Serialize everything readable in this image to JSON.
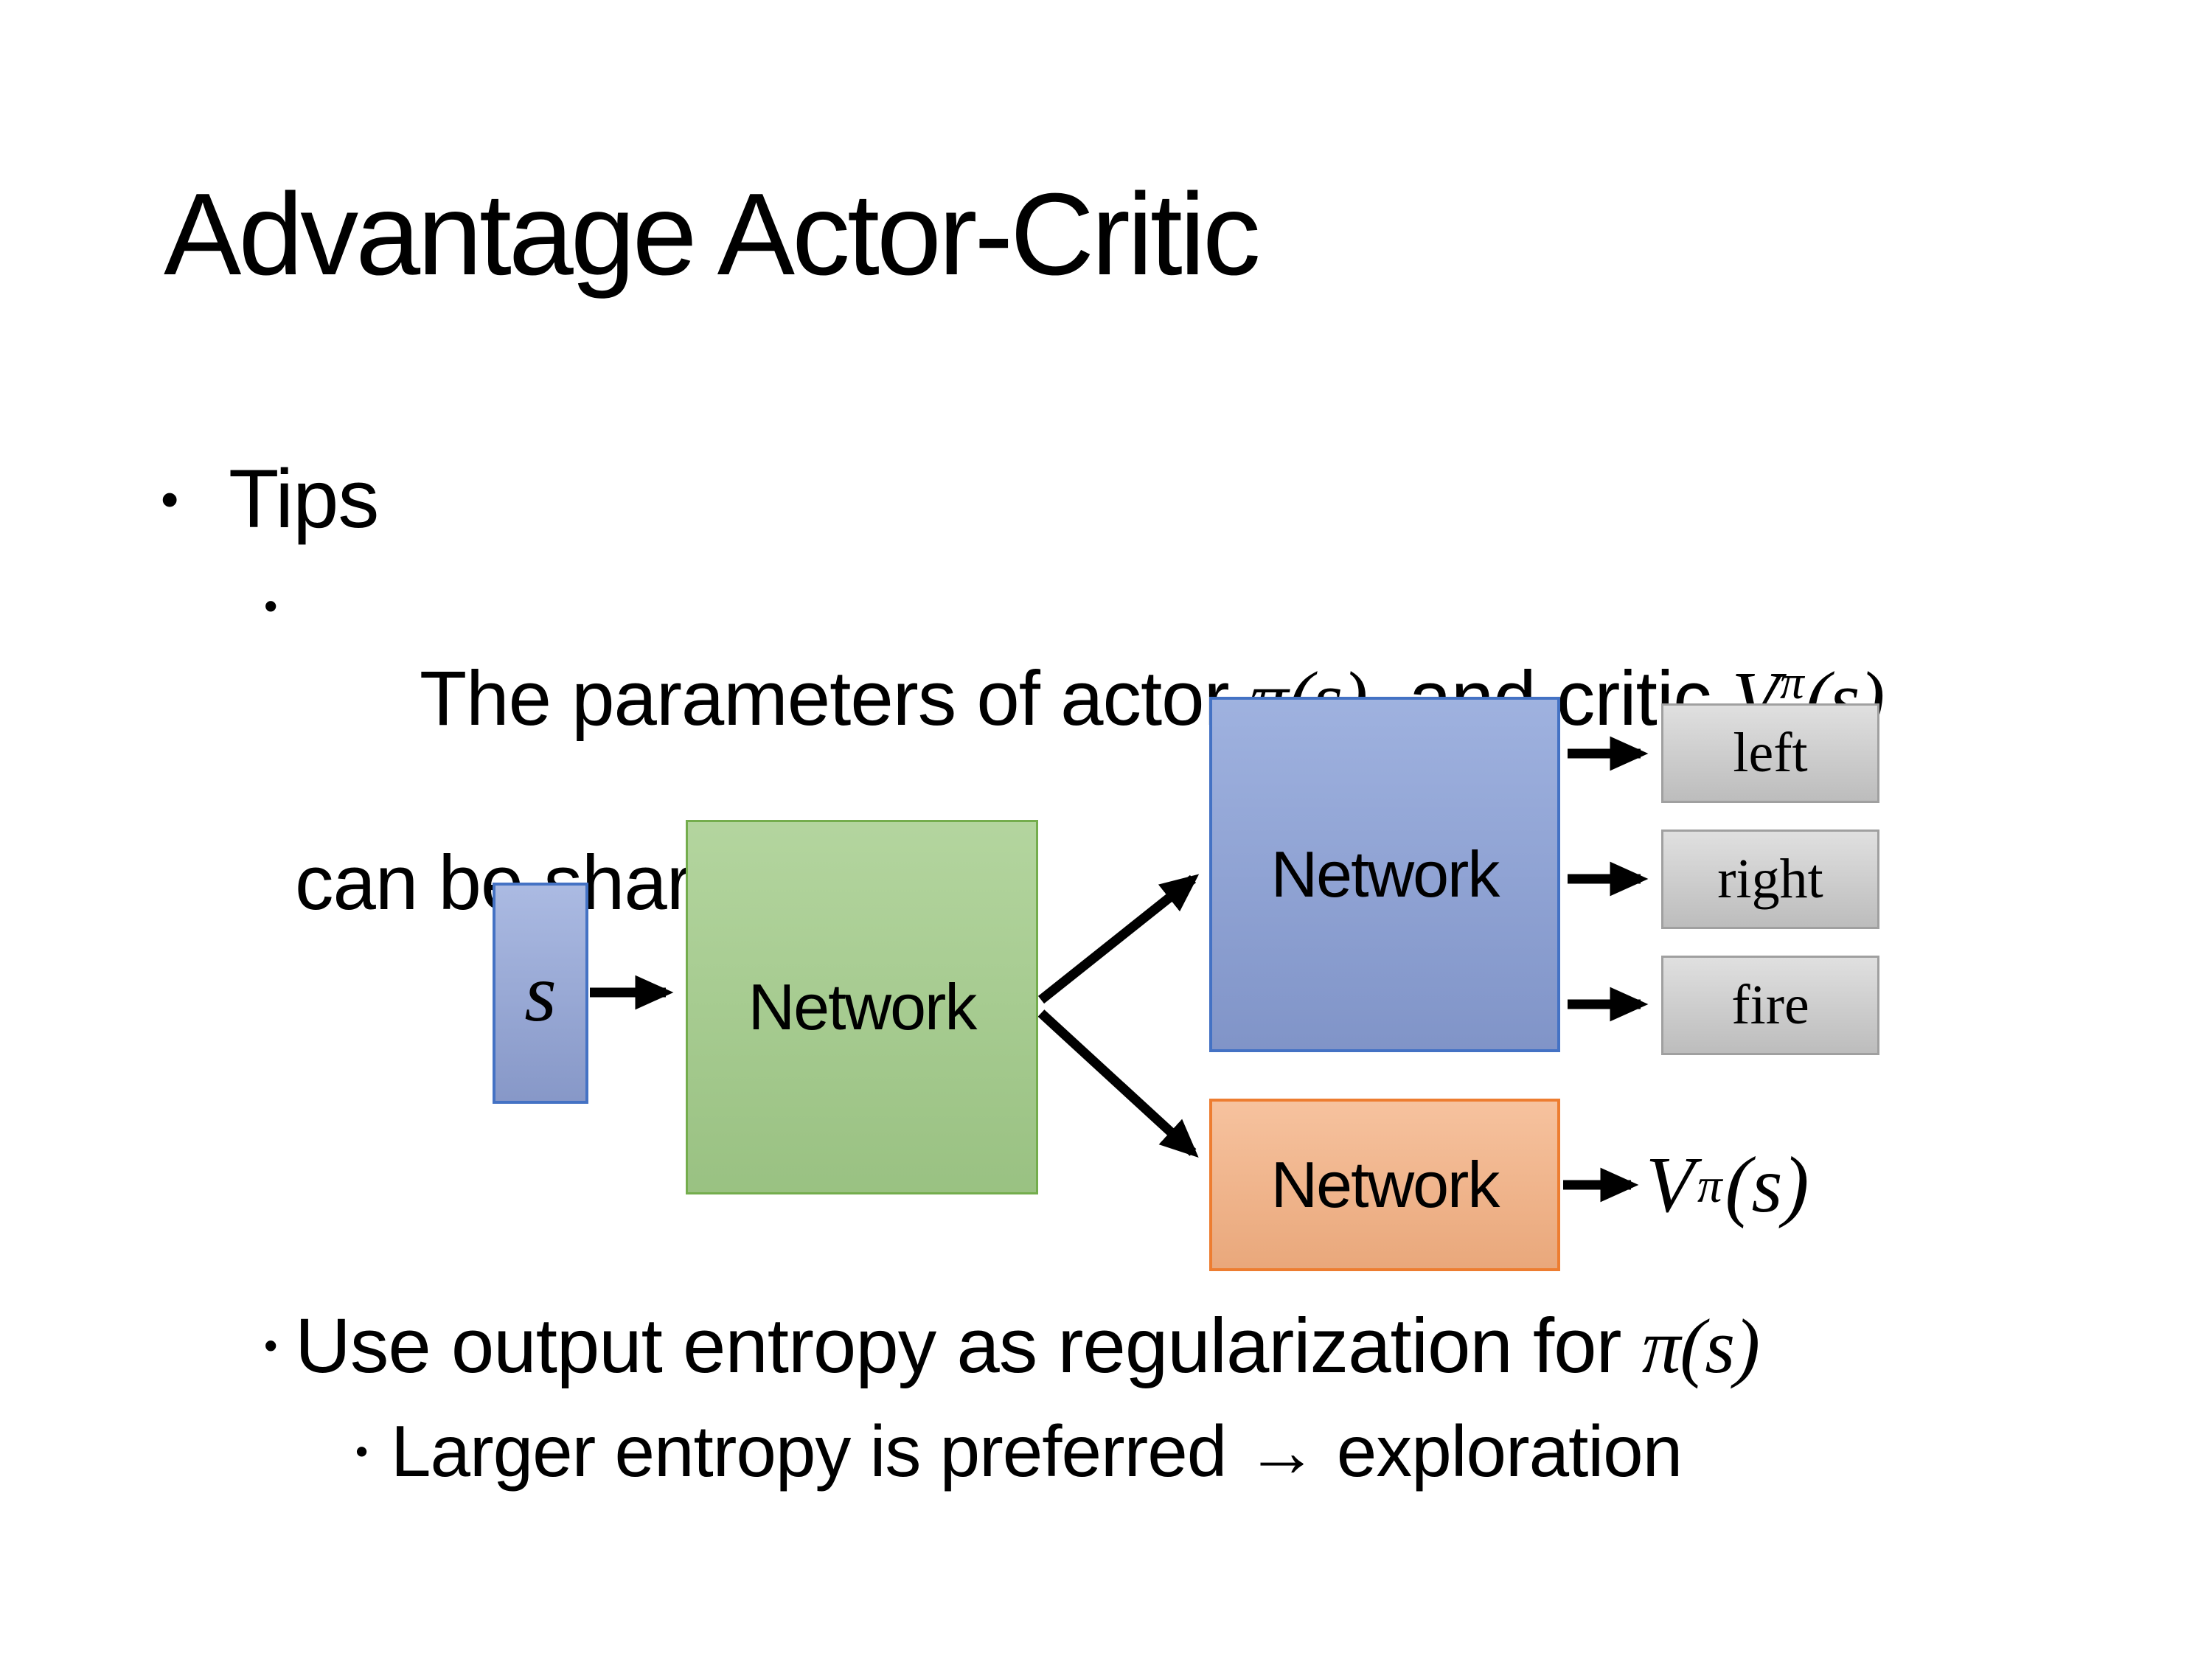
{
  "title": "Advantage Actor-Critic",
  "bullets": {
    "glyph": "•",
    "tips": "Tips",
    "sub1_text": "The parameters of actor ",
    "sub1_math1": "π(s)",
    "sub1_mid": "  and critic ",
    "sub1_math2_base": "V",
    "sub1_math2_sup": "π",
    "sub1_math2_args": "(s)",
    "sub1_line2": "can be shared",
    "sub2_text": "Use output entropy as regularization for ",
    "sub2_math": "π(s)",
    "sub3_text": "Larger entropy is preferred → exploration"
  },
  "diagram": {
    "state_label": "s",
    "shared_network_label": "Network",
    "actor_network_label": "Network",
    "critic_network_label": "Network",
    "actions": [
      "left",
      "right",
      "fire"
    ],
    "critic_output": {
      "base": "V",
      "sup": "π",
      "args": "(s)"
    },
    "colors": {
      "state_fill": "#96A9DB",
      "state_border": "#4472C4",
      "shared_fill": "#A5CD8C",
      "shared_border": "#74AD4D",
      "actor_fill": "#8FA5DA",
      "actor_border": "#4472C4",
      "critic_fill": "#F4B183",
      "critic_border": "#ED7D31",
      "action_fill": "#D2D2D2",
      "action_border": "#A0A0A0",
      "arrow": "#000000"
    }
  }
}
